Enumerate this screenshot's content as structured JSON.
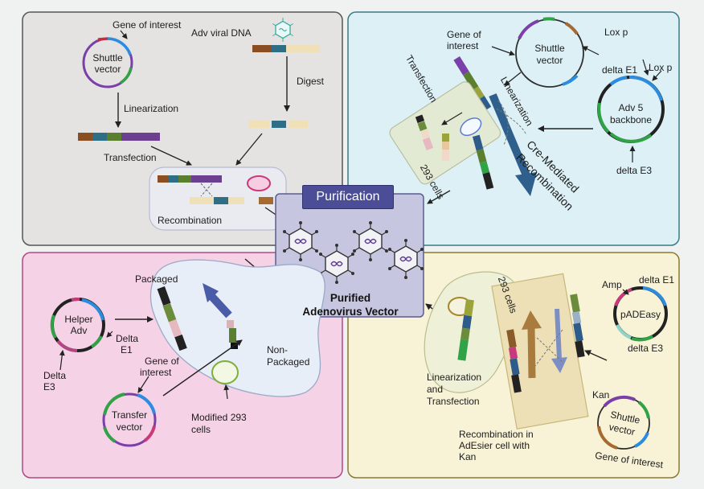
{
  "panels": {
    "top_left": {
      "gene_of_interest": "Gene of interest",
      "adv_viral_dna": "Adv viral DNA",
      "shuttle_vector": [
        "Shuttle",
        "vector"
      ],
      "linearization": "Linearization",
      "digest": "Digest",
      "transfection": "Transfection",
      "recombination": "Recombination"
    },
    "top_right": {
      "gene_of_interest": [
        "Gene of",
        "interest"
      ],
      "shuttle_vector": [
        "Shuttle",
        "vector"
      ],
      "lox_p_top": "Lox p",
      "lox_p_right": "Lox p",
      "transfection": "Transfection",
      "linearization": "Linearization",
      "cells_293": "293 cells",
      "delta_e1": "delta E1",
      "adv5_backbone": [
        "Adv 5",
        "backbone"
      ],
      "delta_e3": "delta E3",
      "cre_mediated": [
        "Cre-Mediated",
        "Recombination"
      ]
    },
    "center": {
      "purification": "Purification",
      "purified": [
        "Purified",
        "Adenovirus Vector"
      ]
    },
    "bottom_left": {
      "packaged": "Packaged",
      "helper_adv": [
        "Helper",
        "Adv"
      ],
      "delta_e1": [
        "Delta",
        "E1"
      ],
      "delta_e3": [
        "Delta",
        "E3"
      ],
      "gene_of_interest": [
        "Gene of",
        "interest"
      ],
      "transfer_vector": [
        "Transfer",
        "vector"
      ],
      "non_packaged": [
        "Non-",
        "Packaged"
      ],
      "modified_293": [
        "Modified 293",
        "cells"
      ]
    },
    "bottom_right": {
      "cells_293": "293 cells",
      "amp": "Amp",
      "delta_e1": "delta E1",
      "padeasy": "pADEasy",
      "delta_e3": "delta E3",
      "linearization": [
        "Linearization",
        "and",
        "Transfection"
      ],
      "recombination": [
        "Recombination in",
        "AdEsier cell with",
        "Kan"
      ],
      "kan": "Kan",
      "shuttle_vector": [
        "Shuttle",
        "vector"
      ],
      "gene_of_interest": "Gene of interest"
    }
  },
  "colors": {
    "panel_gray": "#e5e3e2",
    "panel_blue": "#dcf0f6",
    "panel_pink": "#f5d2e6",
    "panel_yellow": "#f8f3d7",
    "panel_center": "#c7c6e0",
    "title_bar": "#4b4e96",
    "arrow_blue": "#2f5f8c",
    "arrow_brown": "#a97c3e",
    "plasmid_purple": "#7a3fa8",
    "plasmid_green": "#2fa346",
    "plasmid_blue": "#2b8ce0"
  }
}
